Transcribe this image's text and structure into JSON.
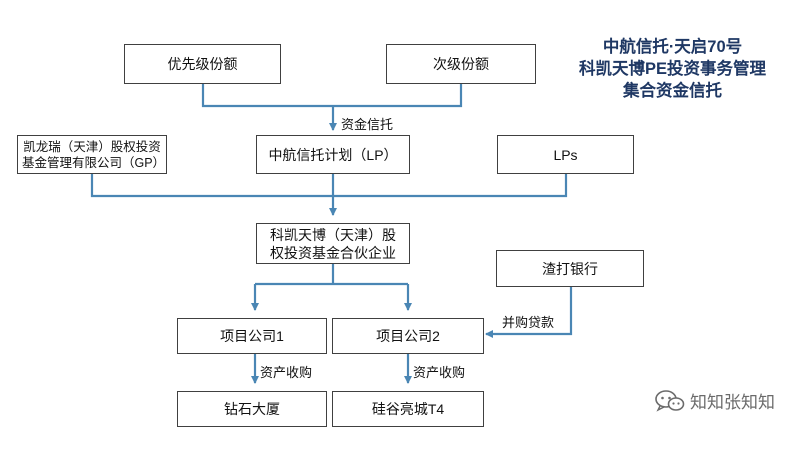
{
  "title": {
    "line1": "中航信托·天启70号",
    "line2": "科凯天博PE投资事务管理",
    "line3": "集合资金信托"
  },
  "nodes": {
    "priority_share": "优先级份额",
    "subordinate_share": "次级份额",
    "gp": "凯龙瑞（天津）股权投资基金管理有限公司（GP）",
    "avic_trust_plan": "中航信托计划（LP）",
    "lps": "LPs",
    "partnership": "科凯天博（天津）股权投资基金合伙企业",
    "standard_chartered": "渣打银行",
    "project_company_1": "项目公司1",
    "project_company_2": "项目公司2",
    "diamond_building": "钻石大厦",
    "silicon_valley_city": "硅谷亮城T4"
  },
  "edge_labels": {
    "trust_funds": "资金信托",
    "acquisition_loan": "并购贷款",
    "asset_acquisition_1": "资产收购",
    "asset_acquisition_2": "资产收购"
  },
  "colors": {
    "connector": "#4a86b4",
    "title": "#1f3864",
    "box_border": "#404040"
  },
  "watermark": {
    "icon": "wechat-icon",
    "text": "知知张知知"
  }
}
